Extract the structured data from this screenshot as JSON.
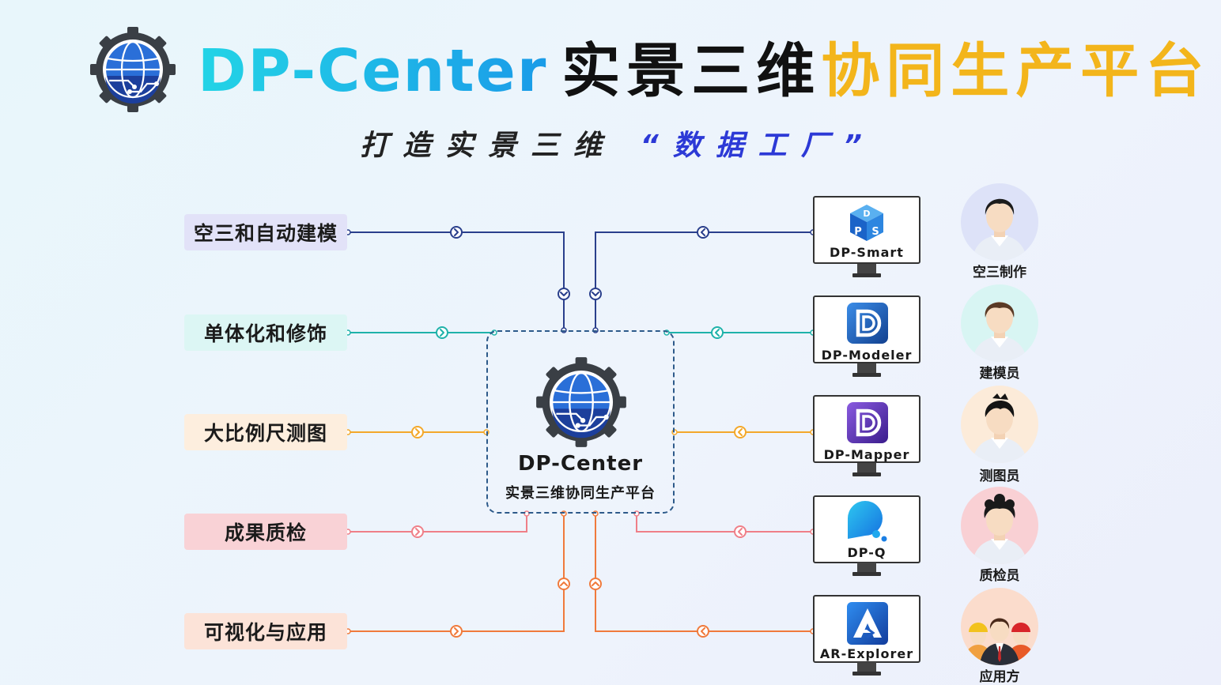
{
  "header": {
    "title_brand": "DP-Center",
    "title_part2": "实景三维",
    "title_part3": "协同生产平台",
    "subtitle_main": "打造实景三维",
    "subtitle_quote": "“数据工厂”"
  },
  "stages": [
    {
      "label": "空三和自动建模",
      "bg": "#e2e2f8",
      "line": "#2a3f8c"
    },
    {
      "label": "单体化和修饰",
      "bg": "#dcf6f4",
      "line": "#1fb2aa"
    },
    {
      "label": "大比例尺测图",
      "bg": "#fdeede",
      "line": "#f3a82a"
    },
    {
      "label": "成果质检",
      "bg": "#f9d2d6",
      "line": "#ef7f88"
    },
    {
      "label": "可视化与应用",
      "bg": "#fce3d8",
      "line": "#f07a3c"
    }
  ],
  "center": {
    "name": "DP-Center",
    "subtitle": "实景三维协同生产平台",
    "border_color": "#2d5a8a"
  },
  "products": [
    {
      "name": "DP-Smart",
      "icon": "dp-smart-cube-icon"
    },
    {
      "name": "DP-Modeler",
      "icon": "dp-modeler-icon"
    },
    {
      "name": "DP-Mapper",
      "icon": "dp-mapper-icon"
    },
    {
      "name": "DP-Q",
      "icon": "dp-q-icon"
    },
    {
      "name": "AR-Explorer",
      "icon": "ar-explorer-icon"
    }
  ],
  "roles": [
    {
      "label": "空三制作",
      "avatar_bg": "#dde2f8"
    },
    {
      "label": "建模员",
      "avatar_bg": "#d8f5f3"
    },
    {
      "label": "测图员",
      "avatar_bg": "#fcebd9"
    },
    {
      "label": "质检员",
      "avatar_bg": "#f9d0d4"
    },
    {
      "label": "应用方",
      "avatar_bg": "#fbdccc"
    }
  ]
}
